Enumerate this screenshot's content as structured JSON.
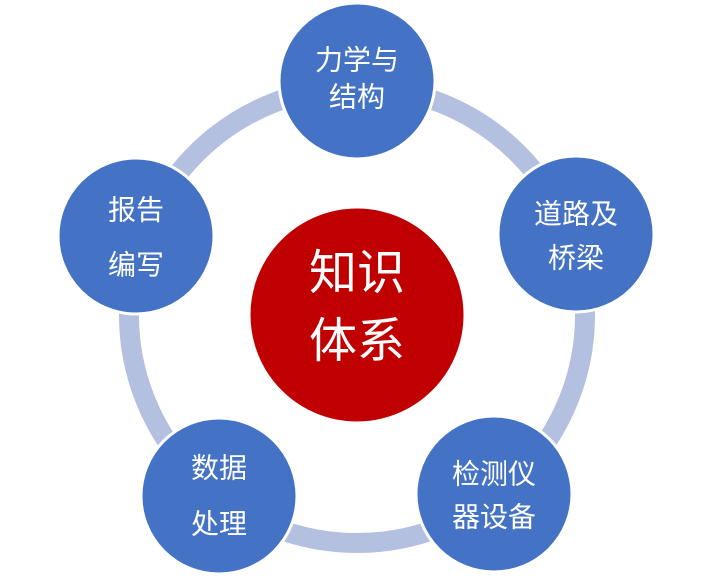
{
  "colors": {
    "ring": "#B4C0E0",
    "node_fill": "#4472C4",
    "node_stroke": "#ffffff",
    "center_fill": "#C00000",
    "text": "#ffffff"
  },
  "center": {
    "lines": [
      "知识",
      "体系"
    ]
  },
  "nodes": [
    {
      "lines": [
        "力学与",
        "结构"
      ]
    },
    {
      "lines": [
        "道路及",
        "桥梁"
      ]
    },
    {
      "lines": [
        "检测仪",
        "器设备"
      ]
    },
    {
      "lines": [
        "数据",
        "处理"
      ]
    },
    {
      "lines": [
        "报告",
        "编写"
      ]
    }
  ]
}
